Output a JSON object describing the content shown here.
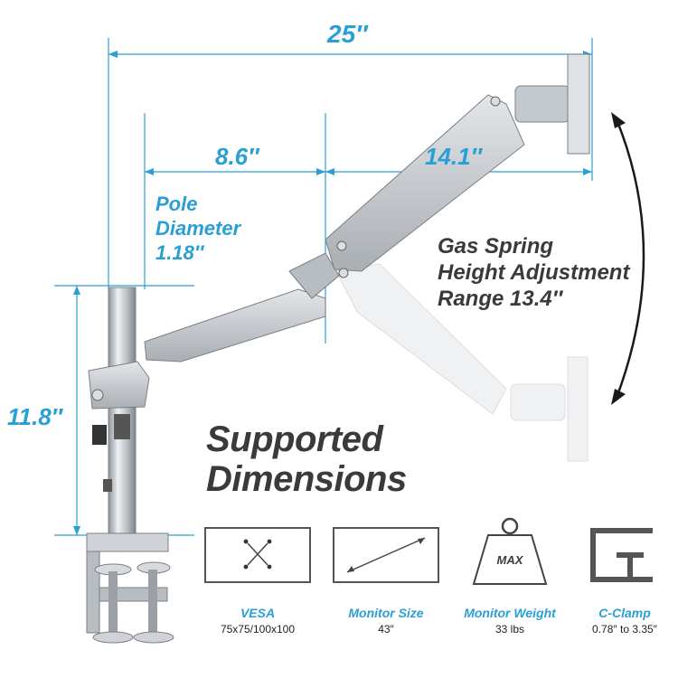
{
  "dimensions": {
    "total_reach": "25″",
    "pole_offset": "8.6″",
    "arm_length": "14.1″",
    "pole_height": "11.8″",
    "pole_diameter_line1": "Pole",
    "pole_diameter_line2": "Diameter",
    "pole_diameter_value": "1.18″"
  },
  "gas_spring": {
    "line1": "Gas Spring",
    "line2": "Height Adjustment",
    "line3": "Range 13.4″"
  },
  "heading": {
    "line1": "Supported",
    "line2": "Dimensions"
  },
  "specs": [
    {
      "label": "VESA",
      "value": "75x75/100x100",
      "icon": "vesa-pattern-icon"
    },
    {
      "label": "Monitor Size",
      "value": "43″",
      "icon": "diagonal-arrow-icon"
    },
    {
      "label": "Monitor Weight",
      "value": "33 lbs",
      "icon": "weight-icon",
      "badge": "MAX"
    },
    {
      "label": "C-Clamp",
      "value": "0.78″ to 3.35″",
      "icon": "c-clamp-icon"
    }
  ],
  "colors": {
    "accent": "#2a9fd6",
    "text_dark": "#3a3a3a",
    "metal": "#c9cdd1"
  }
}
